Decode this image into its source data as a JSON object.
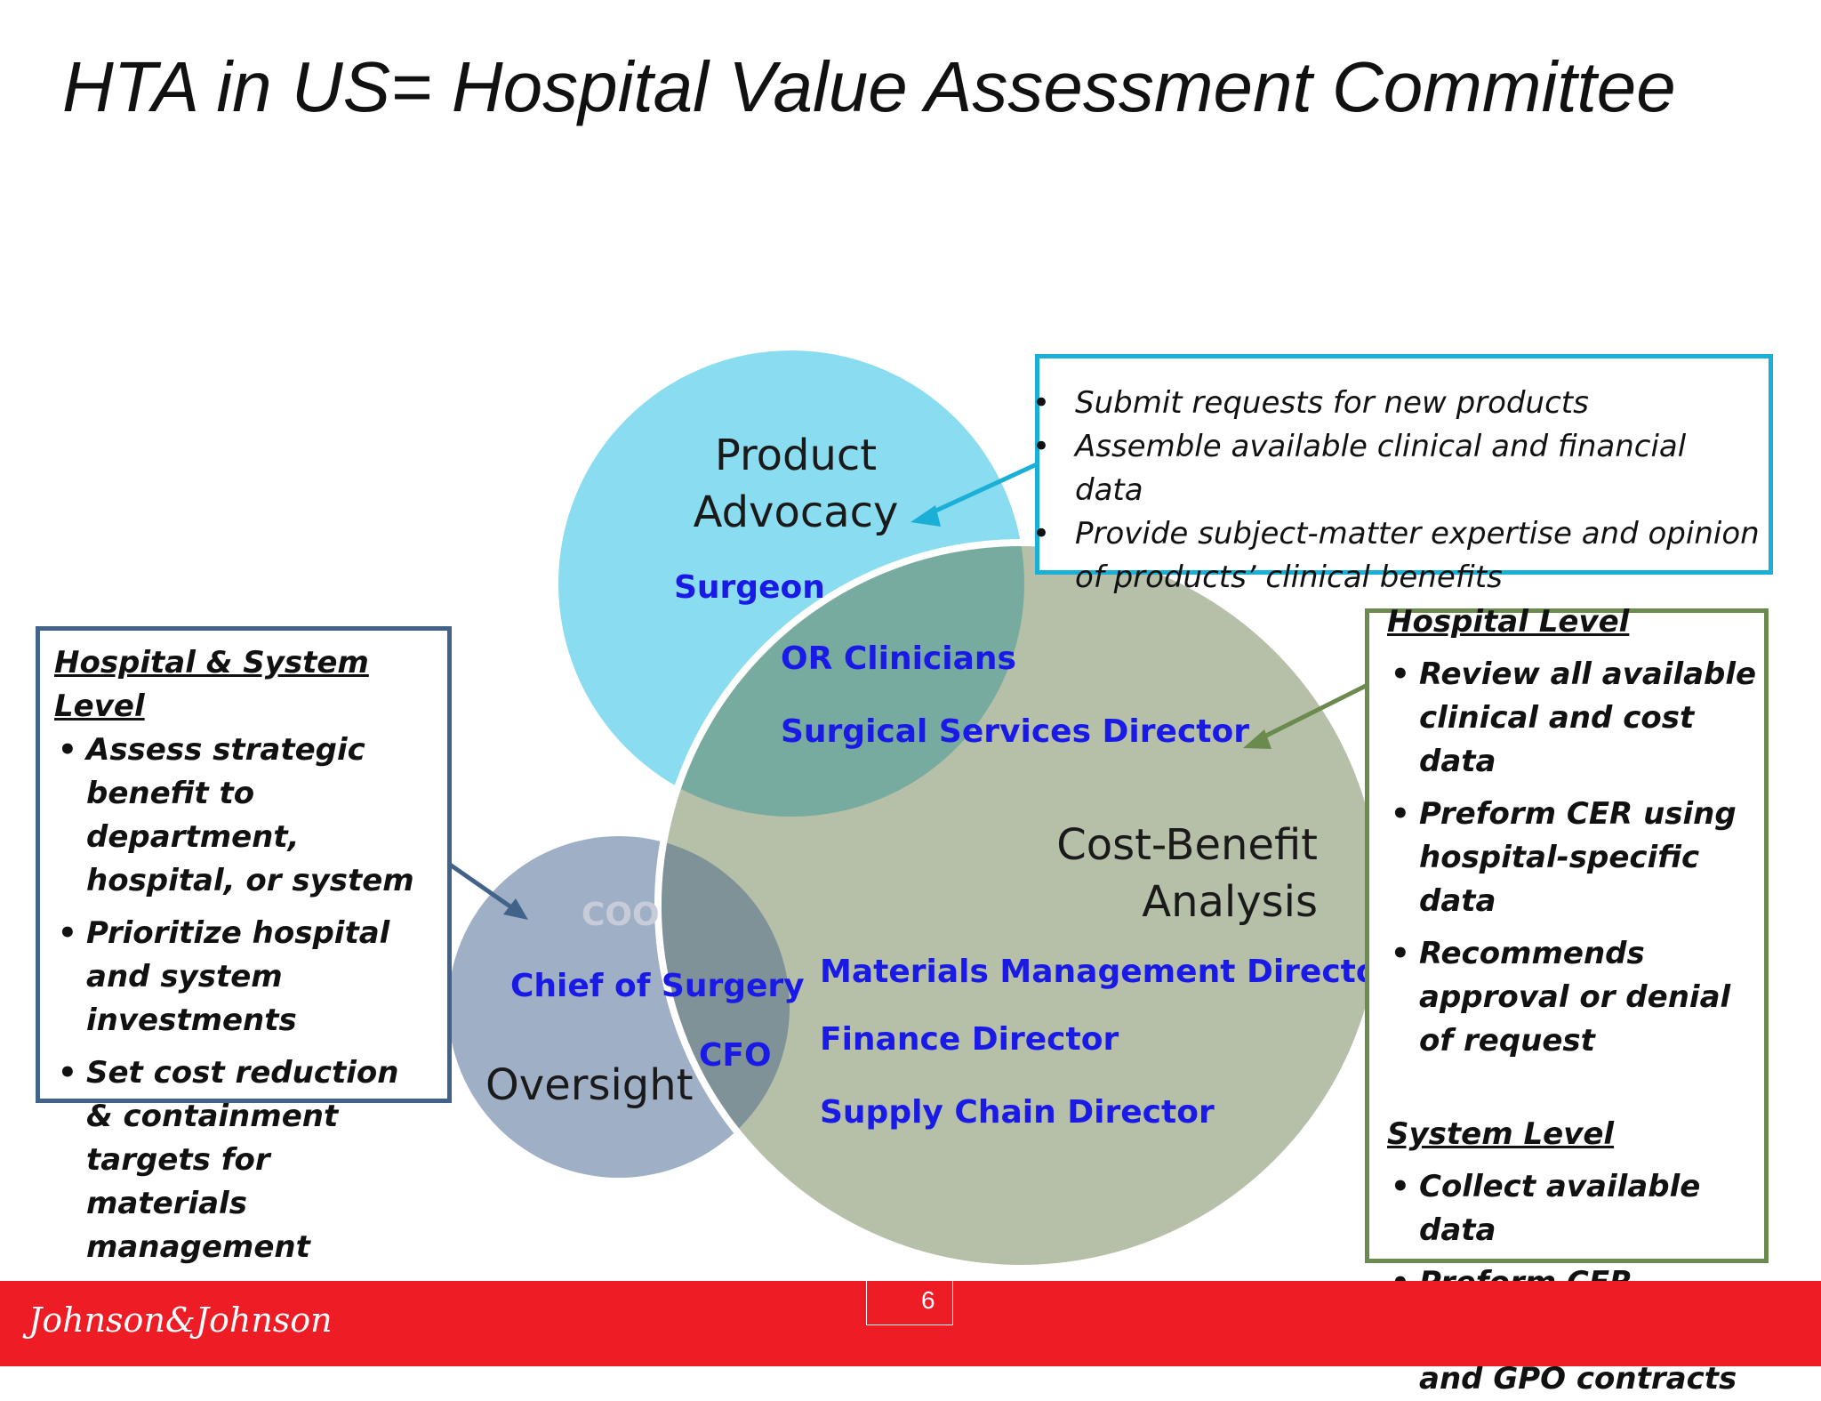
{
  "title": "HTA in US= Hospital Value Assessment Committee",
  "circles": {
    "product_advocacy": {
      "line1": "Product",
      "line2": "Advocacy",
      "color": "#8adcf0"
    },
    "cost_benefit": {
      "line1": "Cost-Benefit",
      "line2": "Analysis",
      "color": "#b6bfa8"
    },
    "oversight": {
      "label": "Oversight",
      "color": "#9fb0c6"
    },
    "overlap_colors": {
      "advocacy_cost": "#78ab9f",
      "oversight_cost": "#7f9298"
    }
  },
  "roles": {
    "surgeon": "Surgeon",
    "or_clinicians": "OR Clinicians",
    "surgical_services": "Surgical Services Director",
    "coo": "COO",
    "chief_of_surgery": "Chief of Surgery",
    "cfo": "CFO",
    "materials_management": "Materials Management Director",
    "finance_director": "Finance Director",
    "supply_chain": "Supply Chain Director",
    "role_color": "#1a1ae6"
  },
  "left_box": {
    "heading": "Hospital & System Level",
    "items": [
      "Assess strategic benefit to department, hospital, or system",
      "Prioritize hospital and system investments",
      "Set cost reduction & containment targets for materials management"
    ],
    "border_color": "#41638a"
  },
  "top_box": {
    "items": [
      "Submit requests for new products",
      "Assemble available clinical and  financial data",
      "Provide subject-matter expertise and opinion of products’ clinical benefits"
    ],
    "border_color": "#1aafd6"
  },
  "right_box": {
    "hospital_heading": "Hospital Level",
    "hospital_items": [
      "Review all available clinical and cost data",
      "Preform CER using hospital-specific data",
      "Recommends approval or denial of request"
    ],
    "system_heading": "System Level",
    "system_items": [
      "Collect available data",
      "Preform CER",
      "Negotiate vendor and GPO contracts"
    ],
    "border_color": "#6b8a4e"
  },
  "footer": {
    "logo": "Johnson&Johnson",
    "page_number": "6",
    "color": "#ee1c25"
  }
}
